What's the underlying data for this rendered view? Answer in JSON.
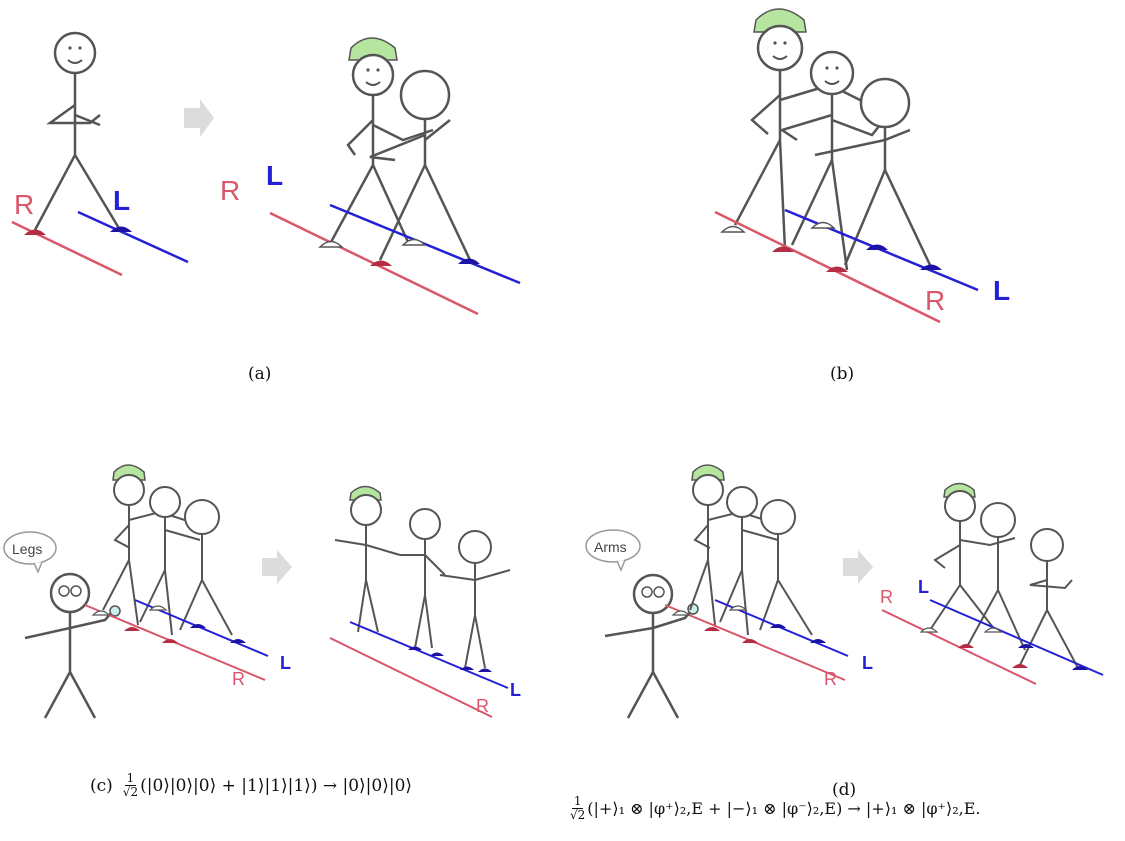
{
  "colors": {
    "right_line": "#d9566b",
    "left_line": "#2420d6",
    "right_foot": "#b52d45",
    "left_foot": "#1c13a6",
    "cap": "#b6e5a0",
    "arrow": "#dcdcdc",
    "figure": "#555555"
  },
  "labels": {
    "R": "R",
    "L": "L",
    "legs": "Legs",
    "arms": "Arms"
  },
  "captions": {
    "a": "(a)",
    "b": "(b)",
    "c_tag": "(c)",
    "c_state_before": "(|0⟩|0⟩|0⟩ + |1⟩|1⟩|1⟩) → |0⟩|0⟩|0⟩",
    "d_tag": "(d)",
    "d_state": "(|+⟩₁ ⊗ |φ⁺⟩₂,E + |−⟩₁ ⊗ |φ⁻⟩₂,E) → |+⟩₁ ⊗ |φ⁺⟩₂,E.",
    "frac_num": "1",
    "frac_den": "√2"
  }
}
